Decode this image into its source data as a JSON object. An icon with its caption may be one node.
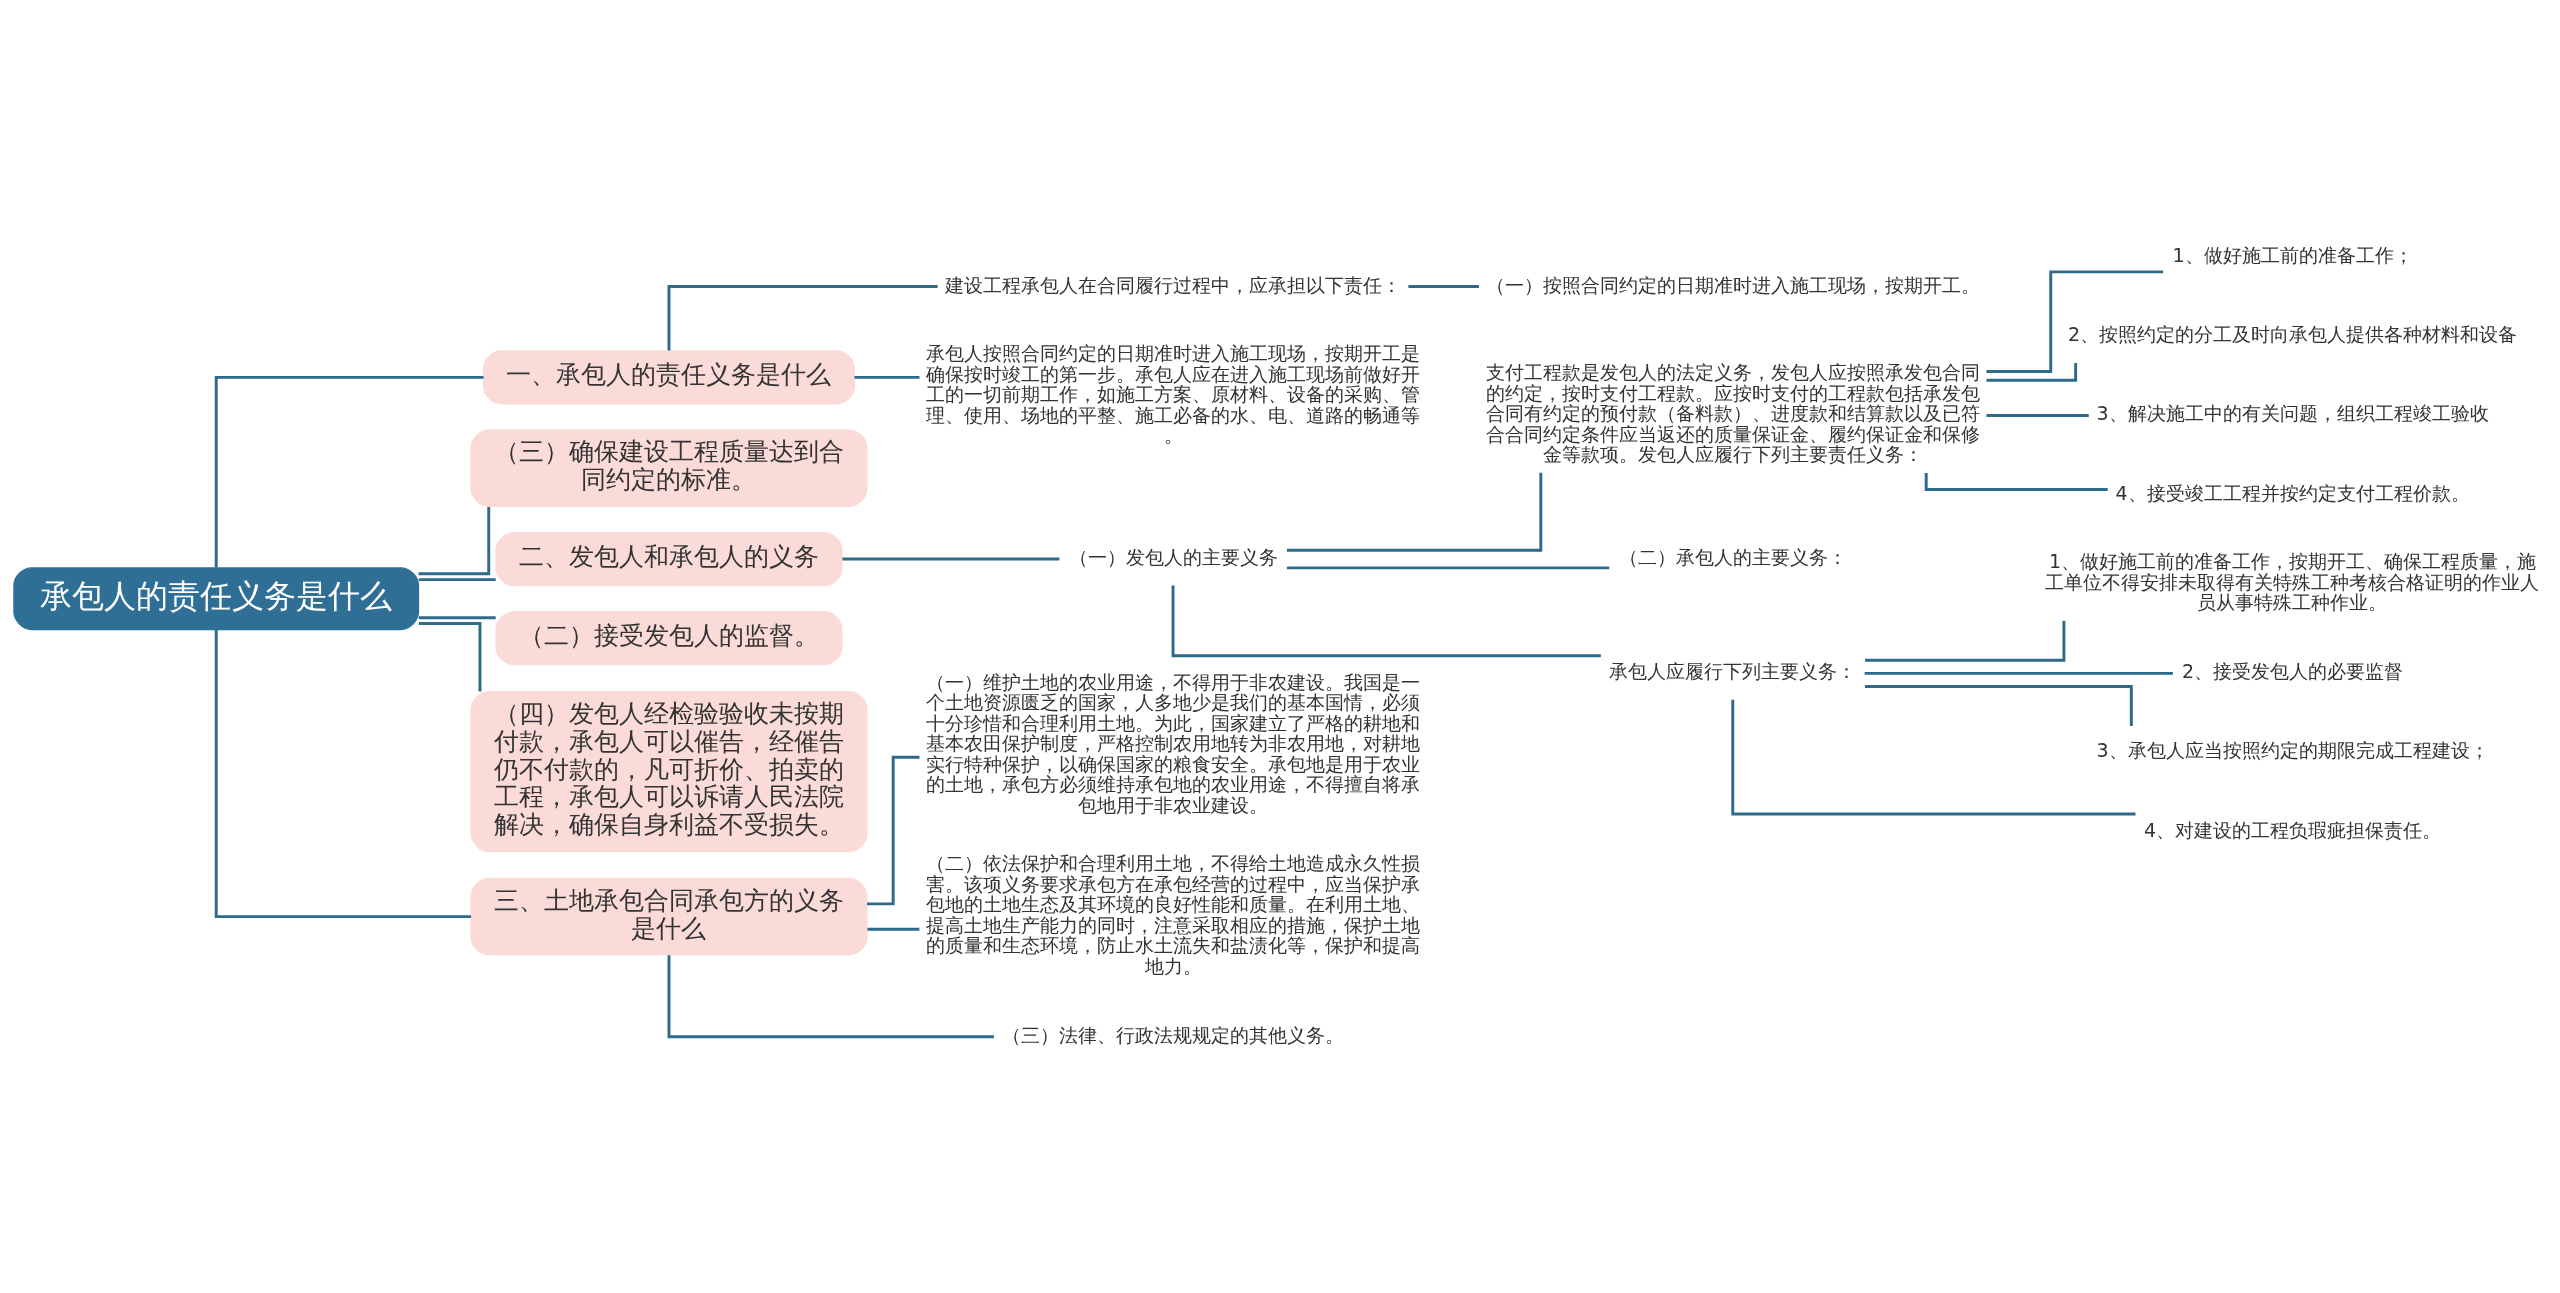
{
  "diagram": {
    "nodes": [
      {
        "text": [
          "承包人的责任义务是什么"
        ]
      },
      {
        "text": [
          "一、承包人的责任义务是什么"
        ]
      },
      {
        "text": [
          "建设工程承包人在合同履行过程中，应承担以下责任："
        ]
      },
      {
        "text": [
          "（一）按照合同约定的日期准时进入施工现场，按期开工。"
        ]
      },
      {
        "text": [
          "承包人按照合同约定的日期准时进入施工现场，按期开工是确保按时竣工的第一步。承包人应在进入施工现场前做好开工的一切前期工作，如施工方案、原材料、设备的采购、管理、使用、场地的平整、施工必备的水、电、道路的畅通等。"
        ]
      },
      {
        "text": [
          "（三）确保建设工程质量达到合同约定的标准。"
        ]
      },
      {
        "text": [
          "二、发包人和承包人的义务"
        ]
      },
      {
        "text": [
          "（一）发包人的主要义务"
        ]
      },
      {
        "text": [
          "支付工程款是发包人的法定义务，发包人应按照承发包合同的约定，按时支付工程款。应按时支付的工程款包括承发包合同有约定的预付款（备料款）、进度款和结算款以及已符合合同约定条件应当返还的质量保证金、履约保证金和保修金等款项。发包人应履行下列主要责任义务："
        ]
      },
      {
        "text": [
          "1、做好施工前的准备工作；"
        ]
      },
      {
        "text": [
          "2、按照约定的分工及时向承包人提供各种材料和设备"
        ]
      },
      {
        "text": [
          "3、解决施工中的有关问题，组织工程竣工验收"
        ]
      },
      {
        "text": [
          "4、接受竣工工程并按约定支付工程价款。"
        ]
      },
      {
        "text": [
          "（二）承包人的主要义务："
        ]
      },
      {
        "text": [
          "承包人应履行下列主要义务："
        ]
      },
      {
        "text": [
          "1、做好施工前的准备工作，按期开工、确保工程质量，施工单位不得安排未取得有关特殊工种考核合格证明的作业人员从事特殊工种作业。"
        ]
      },
      {
        "text": [
          "2、接受发包人的必要监督"
        ]
      },
      {
        "text": [
          "3、承包人应当按照约定的期限完成工程建设；"
        ]
      },
      {
        "text": [
          "4、对建设的工程负瑕疵担保责任。"
        ]
      },
      {
        "text": [
          "（二）接受发包人的监督。"
        ]
      },
      {
        "text": [
          "（四）发包人经检验验收未按期付款，承包人可以催告，经催告仍不付款的，凡可折价、拍卖的工程，承包人可以诉请人民法院解决，确保自身利益不受损失。"
        ]
      },
      {
        "text": [
          "三、土地承包合同承包方的义务是什么"
        ]
      },
      {
        "text": [
          "（一）维护土地的农业用途，不得用于非农建设。我国是一个土地资源匮乏的国家，人多地少是我们的基本国情，必须十分珍惜和合理利用土地。为此，国家建立了严格的耕地和基本农田保护制度，严格控制农用地转为非农用地，对耕地实行特种保护，以确保国家的粮食安全。承包地是用于农业的土地，承包方必须维持承包地的农业用途，不得擅自将承包地用于非农业建设。"
        ]
      },
      {
        "text": [
          "（二）依法保护和合理利用土地，不得给土地造成永久性损害。该项义务要求承包方在承包经营的过程中，应当保护承包地的土地生态及其环境的良好性能和质量。在利用土地、提高土地生产能力的同时，注意采取相应的措施，保护土地的质量和生态环境，防止水土流失和盐渍化等，保护和提高地力。"
        ]
      },
      {
        "text": [
          "（三）法律、行政法规规定的其他义务。"
        ]
      }
    ],
    "edges": [
      {
        "from": 0,
        "to": 1,
        "arrow": "none"
      },
      {
        "from": 1,
        "to": 2,
        "arrow": "none"
      },
      {
        "from": 2,
        "to": 3,
        "arrow": "none"
      },
      {
        "from": 1,
        "to": 4,
        "arrow": "none"
      },
      {
        "from": 0,
        "to": 5,
        "arrow": "none"
      },
      {
        "from": 0,
        "to": 6,
        "arrow": "none"
      },
      {
        "from": 6,
        "to": 7,
        "arrow": "none"
      },
      {
        "from": 7,
        "to": 8,
        "arrow": "none"
      },
      {
        "from": 8,
        "to": 9,
        "arrow": "none"
      },
      {
        "from": 8,
        "to": 10,
        "arrow": "none"
      },
      {
        "from": 8,
        "to": 11,
        "arrow": "none"
      },
      {
        "from": 8,
        "to": 12,
        "arrow": "none"
      },
      {
        "from": 7,
        "to": 13,
        "arrow": "none"
      },
      {
        "from": 7,
        "to": 14,
        "arrow": "none"
      },
      {
        "from": 14,
        "to": 15,
        "arrow": "none"
      },
      {
        "from": 14,
        "to": 16,
        "arrow": "none"
      },
      {
        "from": 14,
        "to": 17,
        "arrow": "none"
      },
      {
        "from": 14,
        "to": 18,
        "arrow": "none"
      },
      {
        "from": 0,
        "to": 19,
        "arrow": "none"
      },
      {
        "from": 0,
        "to": 20,
        "arrow": "none"
      },
      {
        "from": 0,
        "to": 21,
        "arrow": "none"
      },
      {
        "from": 21,
        "to": 22,
        "arrow": "none"
      },
      {
        "from": 21,
        "to": 23,
        "arrow": "none"
      },
      {
        "from": 21,
        "to": 24,
        "arrow": "none"
      }
    ]
  }
}
